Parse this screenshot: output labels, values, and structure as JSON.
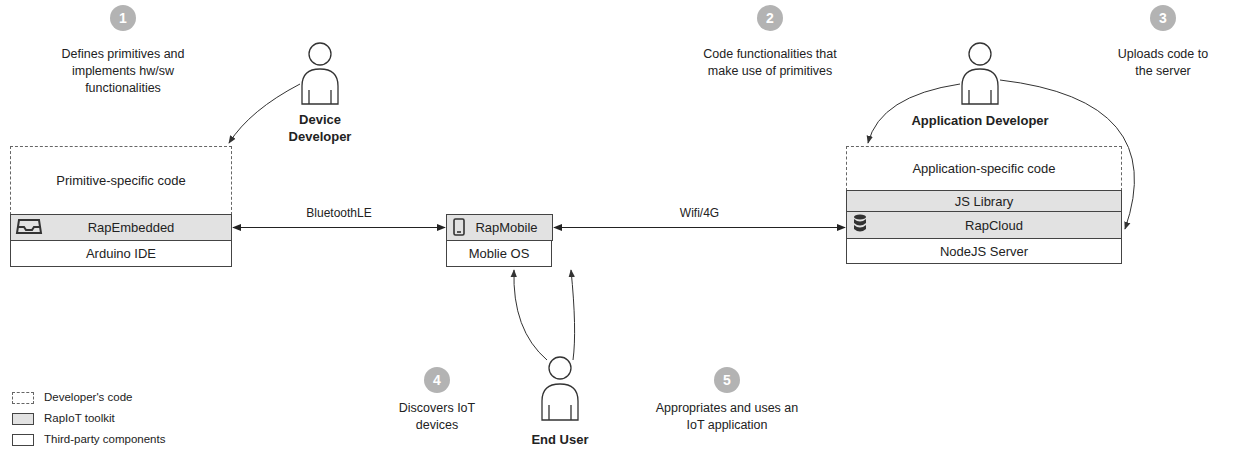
{
  "diagram": {
    "nodes": [
      {
        "text": [
          "Primitive-specific code"
        ]
      },
      {
        "text": [
          "RapEmbedded"
        ]
      },
      {
        "text": [
          "Arduino IDE"
        ]
      },
      {
        "text": [
          "RapMobile"
        ]
      },
      {
        "text": [
          "Moblie OS"
        ]
      },
      {
        "text": [
          "Application-specific code"
        ]
      },
      {
        "text": [
          "JS Library"
        ]
      },
      {
        "text": [
          "RapCloud"
        ]
      },
      {
        "text": [
          "NodeJS Server"
        ]
      }
    ],
    "edges": [
      {
        "from": 1,
        "to": 3,
        "label": "BluetoothLE",
        "arrow": "both"
      },
      {
        "from": 3,
        "to": 7,
        "label": "Wifi/4G",
        "arrow": "both"
      }
    ],
    "labels": [
      "1",
      "Defines primitives and implements hw/sw functionalities",
      "Device Developer",
      "2",
      "Code functionalities that make use of primitives",
      "3",
      "Uploads code to the server",
      "Application Developer",
      "4",
      "Discovers IoT devices",
      "End User",
      "5",
      "Appropriates and uses an IoT application"
    ],
    "legend": [
      {
        "text": "Developer's code"
      },
      {
        "text": "RapIoT toolkit",
        "color": "#e2e2e2"
      },
      {
        "text": "Third-party components",
        "color": "#ffffff"
      }
    ]
  }
}
